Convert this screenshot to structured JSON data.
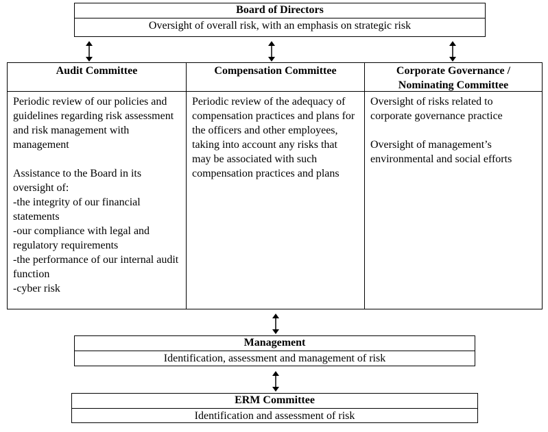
{
  "board": {
    "title": "Board of Directors",
    "description": "Oversight of overall risk, with an emphasis on strategic risk"
  },
  "committees": [
    {
      "title": "Audit Committee",
      "paragraphs": [
        "Periodic review of our policies and guidelines regarding risk assessment and risk management with management",
        "Assistance to the Board in its oversight of:"
      ],
      "list": [
        "-the integrity of our financial statements",
        "-our compliance with legal and regulatory requirements",
        "-the performance of our internal audit function",
        "-cyber risk"
      ]
    },
    {
      "title": "Compensation Committee",
      "paragraphs": [
        "Periodic review of the adequacy of compensation practices and plans for the officers and other employees, taking into account any risks that may be associated with such compensation practices and plans"
      ]
    },
    {
      "title_line1": "Corporate Governance /",
      "title_line2": "Nominating Committee",
      "paragraphs": [
        "Oversight of risks related to corporate governance practice",
        "Oversight of management’s environmental and social efforts"
      ]
    }
  ],
  "management": {
    "title": "Management",
    "description": "Identification, assessment and management of risk"
  },
  "erm": {
    "title": "ERM Committee",
    "description": "Identification and assessment of risk"
  },
  "colors": {
    "line": "#000000",
    "background": "#ffffff"
  }
}
